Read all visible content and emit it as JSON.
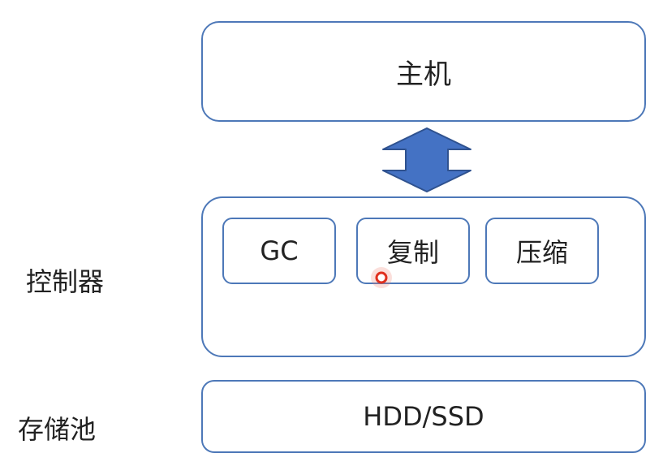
{
  "diagram": {
    "host": {
      "label": "主机"
    },
    "controller": {
      "side_label": "控制器",
      "features": [
        {
          "label": "GC"
        },
        {
          "label": "复制"
        },
        {
          "label": "压缩"
        }
      ]
    },
    "storage": {
      "side_label": "存储池",
      "label": "HDD/SSD"
    },
    "connector": {
      "type": "bidirectional-arrow",
      "from": "主机",
      "to": "控制器"
    }
  },
  "colors": {
    "border": "#4d78b8",
    "arrow_fill": "#4472c4",
    "arrow_stroke": "#2f528f",
    "cursor": "#e0301e"
  }
}
